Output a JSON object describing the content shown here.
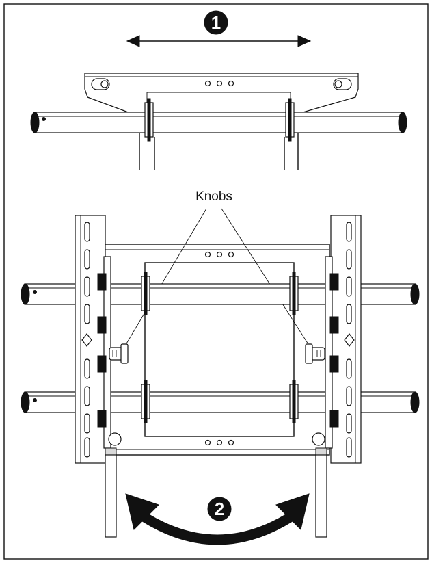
{
  "steps": [
    {
      "number": "1"
    },
    {
      "number": "2"
    }
  ],
  "callout": {
    "label": "Knobs"
  },
  "colors": {
    "ink": "#111111",
    "background": "#ffffff",
    "shade": "#d9d9d9"
  },
  "icons": {
    "step1_arrow": "double-headed-horizontal-arrow",
    "step2_arrow": "double-headed-curved-arrow"
  }
}
